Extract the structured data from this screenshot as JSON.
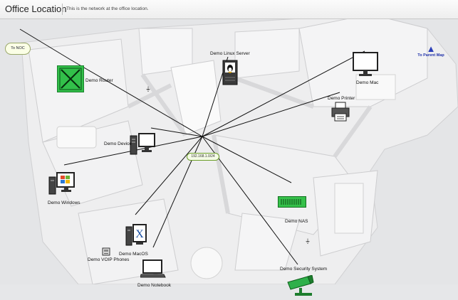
{
  "header": {
    "title": "Office Location",
    "description": "This is the network at the office location."
  },
  "map": {
    "cloud_label": "To NOC",
    "parent_link": "To Parent Map",
    "hub_label": "192.168.1.0/24",
    "devices": {
      "router": "Demo Router",
      "linux": "Demo Linux Server",
      "mac": "Demo Mac",
      "printer": "Demo Printer",
      "device": "Demo Device",
      "windows": "Demo Windows",
      "nas": "Demo NAS",
      "macos": "Demo MacOS",
      "voip": "Demo VOIP Phones",
      "notebook": "Demo Notebook",
      "security": "Demo Security System"
    }
  }
}
